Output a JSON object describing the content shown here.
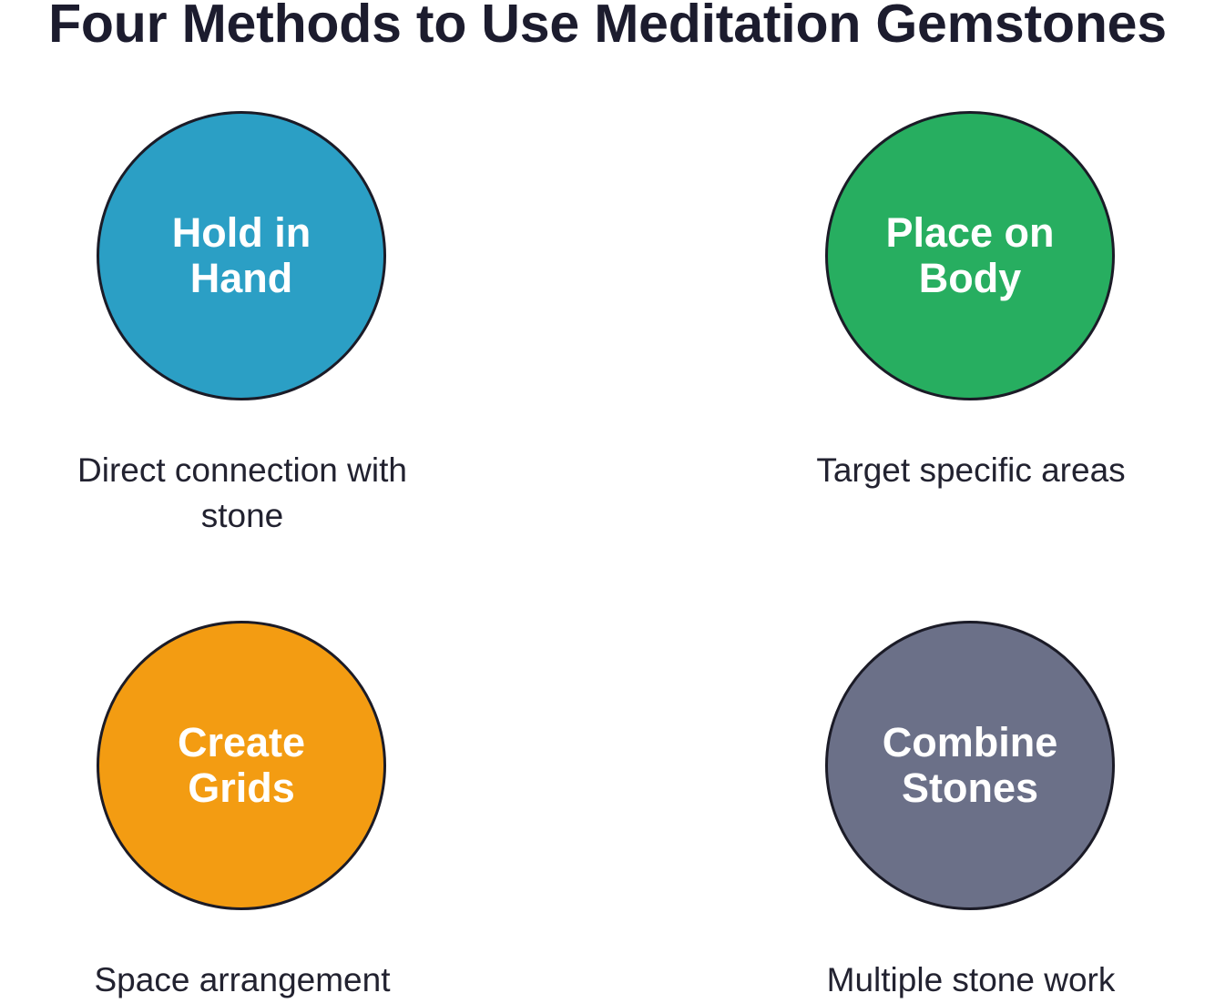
{
  "title": "Four Methods to Use Meditation Gemstones",
  "methods": [
    {
      "label": "Hold in Hand",
      "description": "Direct connection with stone",
      "color": "#2b9fc5"
    },
    {
      "label": "Place on Body",
      "description": "Target specific areas",
      "color": "#27ae60"
    },
    {
      "label": "Create Grids",
      "description": "Space arrangement",
      "color": "#f39c12"
    },
    {
      "label": "Combine Stones",
      "description": "Multiple stone work",
      "color": "#6b7088"
    }
  ]
}
